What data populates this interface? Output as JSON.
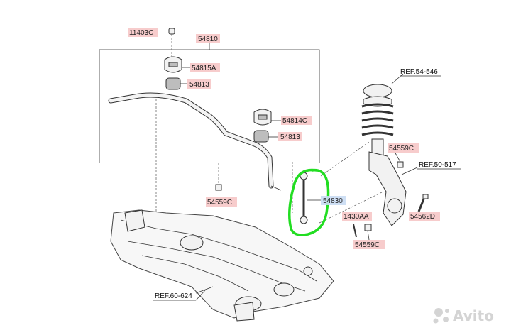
{
  "parts": {
    "bolt_top": "11403C",
    "stabilizer_assembly": "54810",
    "bushing_left_a": "54815A",
    "bushing_left_b": "54813",
    "bushing_right_c": "54814C",
    "bushing_right_b": "54813",
    "nut_bar": "54559C",
    "link": "54830",
    "ref_strut": "REF.54-546",
    "nut_strut": "54559C",
    "ref_knuckle": "REF.50-517",
    "bolt_knuckle": "54562D",
    "pin": "1430AA",
    "nut_lower": "54559C",
    "ref_crossmember": "REF.60-624"
  },
  "watermark": {
    "text": "Avito",
    "icon": "avito-dots-icon"
  },
  "highlight": {
    "color": "#22dd22",
    "shape": "hand-drawn-circle"
  },
  "colors": {
    "tag": "#f6c3c3",
    "tag_selected": "#c9dcf3"
  }
}
